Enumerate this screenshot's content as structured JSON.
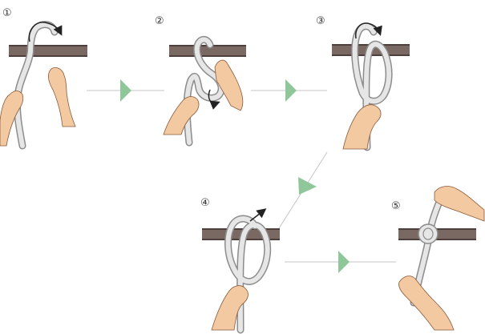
{
  "colors": {
    "skin": "#f2c9a0",
    "skin_shade": "#d9a57c",
    "skin_outline": "#8a5a3b",
    "rope": "#e6e6e6",
    "rope_outline": "#8c8c8c",
    "bar": "#7a6863",
    "bar_dark": "#4d3f3b",
    "connector_line": "#c4c4c4",
    "connector_arrow": "#8fc79a",
    "motion_arrow": "#222222"
  },
  "steps": [
    {
      "label": "①"
    },
    {
      "label": "②"
    },
    {
      "label": "③"
    },
    {
      "label": "④"
    },
    {
      "label": "⑤"
    }
  ]
}
